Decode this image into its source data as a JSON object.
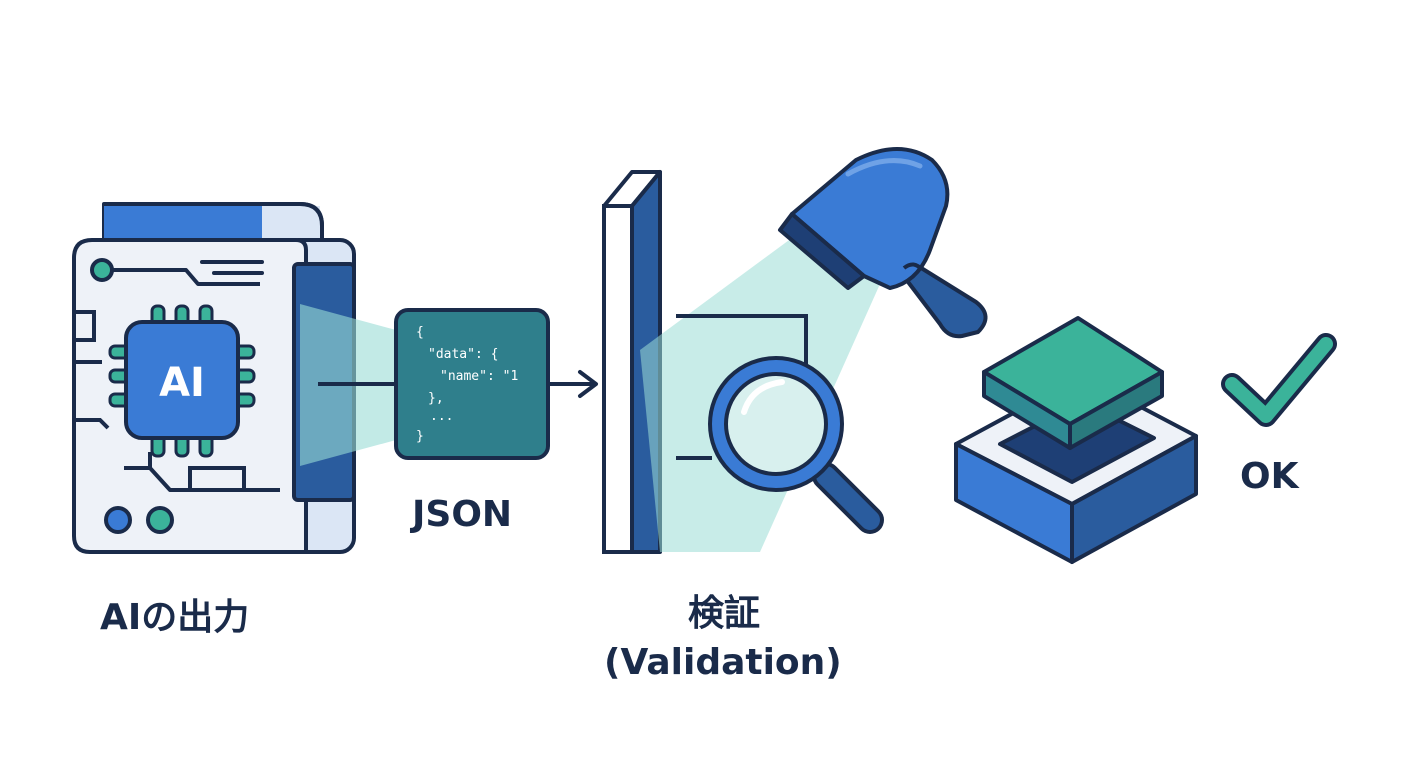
{
  "labels": {
    "ai_output": "AIの出力",
    "json": "JSON",
    "validation_line1": "検証",
    "validation_line2": "(Validation)",
    "ok": "OK"
  },
  "chip": {
    "text": "AI"
  },
  "json_snippet": {
    "line1": "{",
    "line2": "\"data\": {",
    "line3": "\"name\": \"1",
    "line4": "},",
    "line5": "...",
    "line6": "}"
  },
  "colors": {
    "navy": "#1a2b4a",
    "blue": "#3a7bd5",
    "dark_blue": "#2a5c9e",
    "teal": "#2f8a94",
    "green": "#3bb39a",
    "light_panel": "#eef2f8",
    "beam": "#9adcd6"
  }
}
